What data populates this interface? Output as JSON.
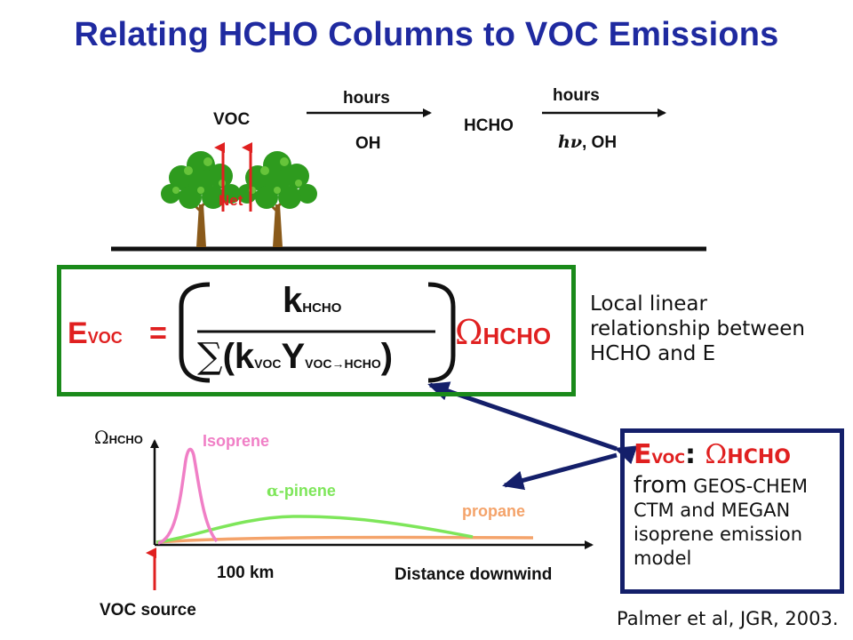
{
  "title": "Relating HCHO Columns to VOC Emissions",
  "top_diagram": {
    "voc": "VOC",
    "arrow1_top": "hours",
    "arrow1_bottom": "OH",
    "hcho": "HCHO",
    "arrow2_top": "hours",
    "arrow2_bottom_nu": "hν",
    "arrow2_bottom_oh": ", OH",
    "net": "Net"
  },
  "equation": {
    "lhs_main": "E",
    "lhs_sub": "VOC",
    "equals": "=",
    "num_main": "k",
    "num_sub": "HCHO",
    "den_sigma": "∑",
    "den_open": "(k",
    "den_sub1": "VOC",
    "den_y": "Y",
    "den_sub2": "VOC→HCHO",
    "den_close": ")",
    "omega": "Ω",
    "omega_sub": "HCHO"
  },
  "side_note": [
    "Local linear",
    "relationship between",
    "HCHO and E"
  ],
  "graph": {
    "y_label_omega": "Ω",
    "y_label_sub": "HCHO",
    "isoprene": "Isoprene",
    "apinene_alpha": "α",
    "apinene_rest": "-pinene",
    "propane": "propane",
    "tick_label": "100 km",
    "x_label": "Distance downwind",
    "source": "VOC source"
  },
  "info_box": {
    "e": "E",
    "e_sub": "VOC",
    "colon": ":",
    "omega": "Ω",
    "omega_sub": "HCHO",
    "from": "from",
    "line1_rest": " GEOS-CHEM",
    "line2": "CTM and MEGAN",
    "line3": "isoprene emission",
    "line4": "model"
  },
  "citation": "Palmer et al, JGR, 2003.",
  "colors": {
    "title": "#1f2aa0",
    "eq_box": "#1a8a1a",
    "info_box": "#141f6a",
    "isoprene": "#f07fc6",
    "apinene": "#7ee65a",
    "propane": "#f4a36a",
    "arrow_red": "#e02020"
  }
}
